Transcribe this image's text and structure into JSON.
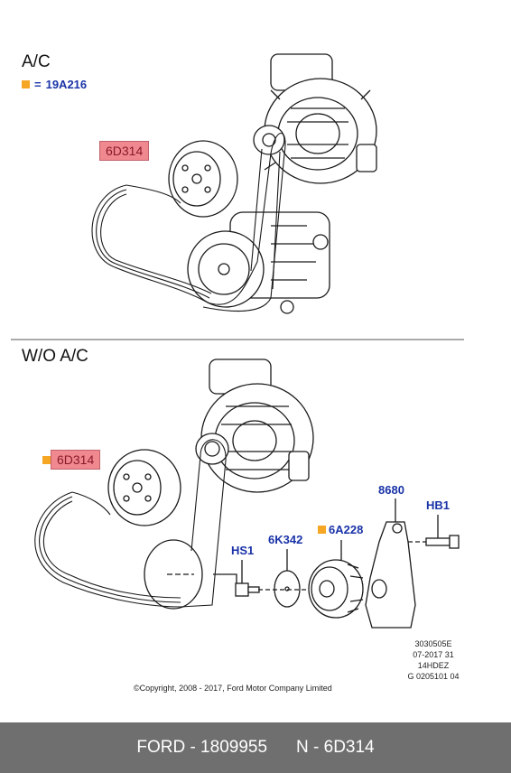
{
  "section_ac": {
    "title": "A/C",
    "legend_eq": "=",
    "legend_code": "19A216",
    "belt_label": "6D314"
  },
  "section_wo_ac": {
    "title": "W/O A/C",
    "belt_label": "6D314",
    "callouts": {
      "hs1": "HS1",
      "k342": "6K342",
      "a228": "6A228",
      "n8680": "8680",
      "hb1": "HB1"
    }
  },
  "reference": {
    "line1": "3030505E",
    "line2": "07-2017 31",
    "line3": "14HDEZ",
    "line4": "G 0205101 04"
  },
  "copyright": "©Copyright, 2008 - 2017, Ford Motor Company Limited",
  "footer": {
    "brand_part": "FORD - 1809955",
    "ref_part": "N - 6D314"
  },
  "colors": {
    "callout_blue": "#1a33a8",
    "marker_orange": "#f5a623",
    "belt_box": "#f0888f",
    "footer_bg": "#6f6f6f"
  }
}
